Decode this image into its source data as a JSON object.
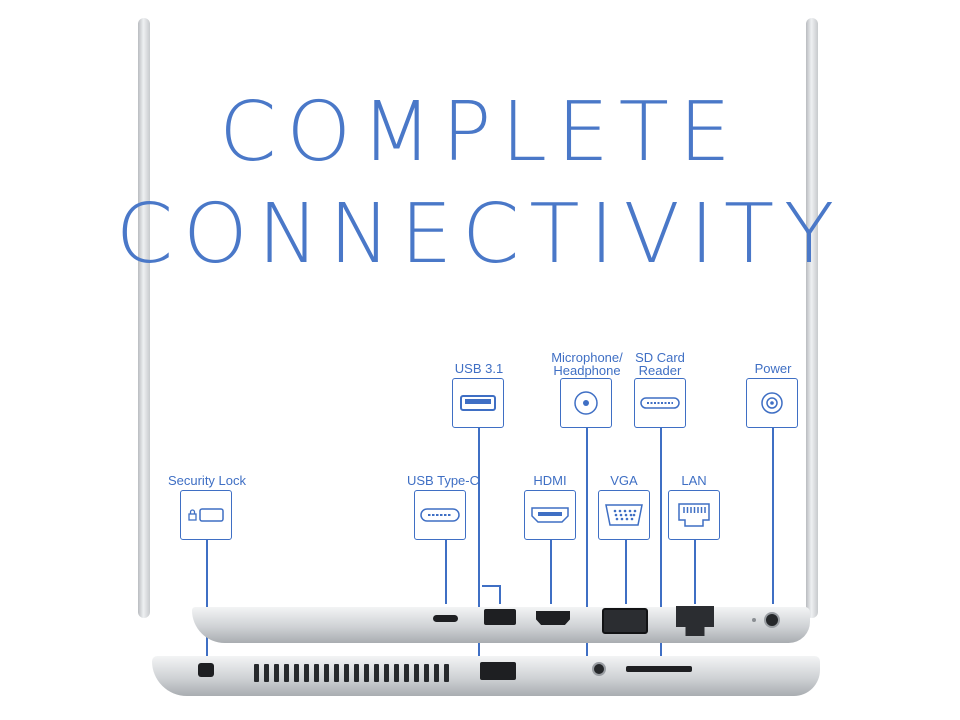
{
  "headline": {
    "line1": "COMPLETE",
    "line2": "CONNECTIVITY"
  },
  "ports": {
    "usb31": "USB 3.1",
    "microphone_line1": "Microphone/",
    "microphone_line2": "Headphone",
    "sd_line1": "SD Card",
    "sd_line2": "Reader",
    "power": "Power",
    "security_lock": "Security Lock",
    "usb_type_c": "USB Type-C",
    "hdmi": "HDMI",
    "vga": "VGA",
    "lan": "LAN"
  },
  "colors": {
    "accent": "#3f6fc4",
    "headline": "#4a78c8",
    "laptop_silver": "#cfd2d5",
    "port_black": "#1e1f22"
  },
  "icons": [
    "usb-a-icon",
    "headphone-jack-icon",
    "sd-slot-icon",
    "power-jack-icon",
    "lock-icon",
    "usb-c-icon",
    "hdmi-icon",
    "vga-icon",
    "ethernet-icon"
  ]
}
